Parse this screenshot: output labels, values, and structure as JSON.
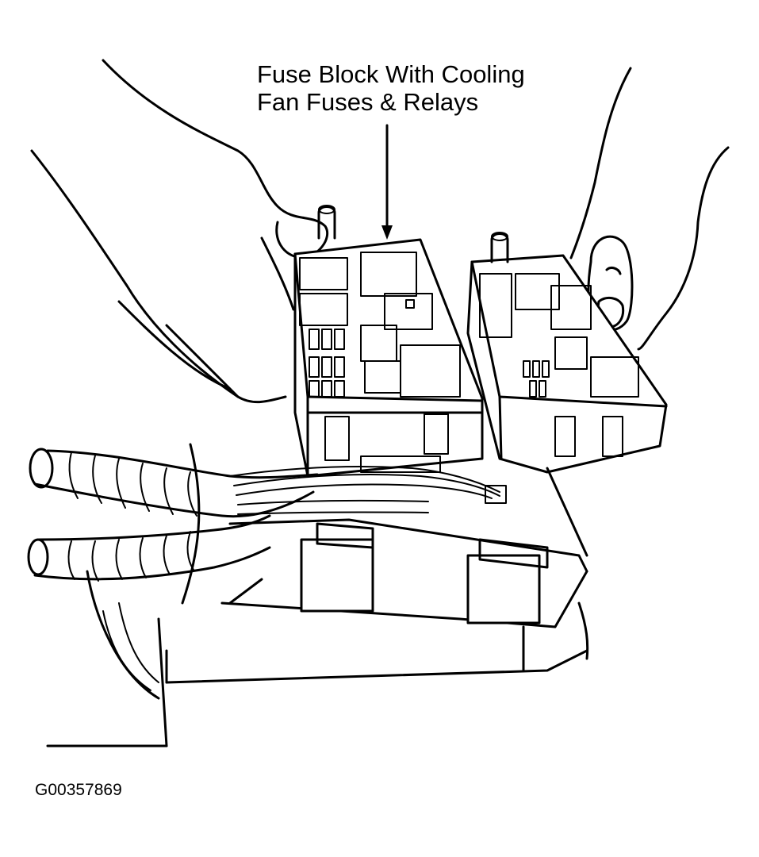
{
  "callout": {
    "line1": "Fuse Block With Cooling",
    "line2": "Fan Fuses & Relays"
  },
  "figure_id": "G00357869"
}
